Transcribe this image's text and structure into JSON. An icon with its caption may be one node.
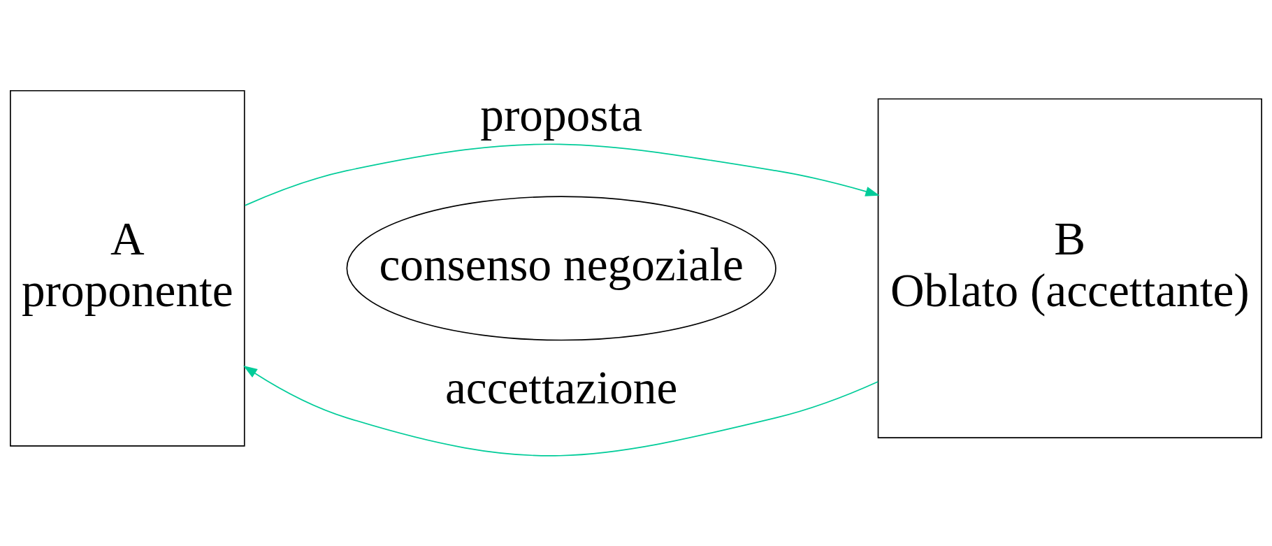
{
  "diagram": {
    "nodes": [
      {
        "text": [
          "A",
          "proponente"
        ]
      },
      {
        "text": [
          "B",
          "Oblato (accettante)"
        ]
      },
      {
        "text": [
          "consenso negoziale"
        ]
      }
    ],
    "edges": [
      {
        "from": 0,
        "to": 1,
        "arrow": "to",
        "label": "proposta",
        "color": "#00cc99"
      },
      {
        "from": 1,
        "to": 0,
        "arrow": "to",
        "label": "accettazione",
        "color": "#00cc99"
      }
    ]
  }
}
